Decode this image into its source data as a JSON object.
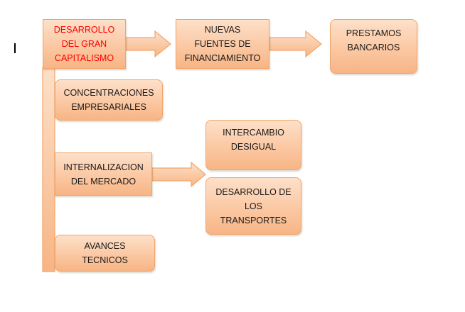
{
  "colors": {
    "box_fill_top": "#fde0c9",
    "box_fill_bottom": "#f7b585",
    "box_border": "#f3a56b",
    "highlight_text": "#ff0000",
    "text": "#1a1a1a"
  },
  "diagram": {
    "root": {
      "label": "DESARROLLO\nDEL GRAN\nCAPITALISMO"
    },
    "financing": {
      "label": "NUEVAS\nFUENTES DE\nFINANCIAMIENTO"
    },
    "loans": {
      "label": "PRESTAMOS\nBANCARIOS"
    },
    "concentrations": {
      "label": "CONCENTRACIONES\nEMPRESARIALES"
    },
    "internalization": {
      "label": "INTERNALIZACION\nDEL MERCADO"
    },
    "exchange": {
      "label": "INTERCAMBIO\nDESIGUAL"
    },
    "transport": {
      "label": "DESARROLLO DE\nLOS\nTRANSPORTES"
    },
    "advances": {
      "label": "AVANCES\nTECNICOS"
    }
  }
}
